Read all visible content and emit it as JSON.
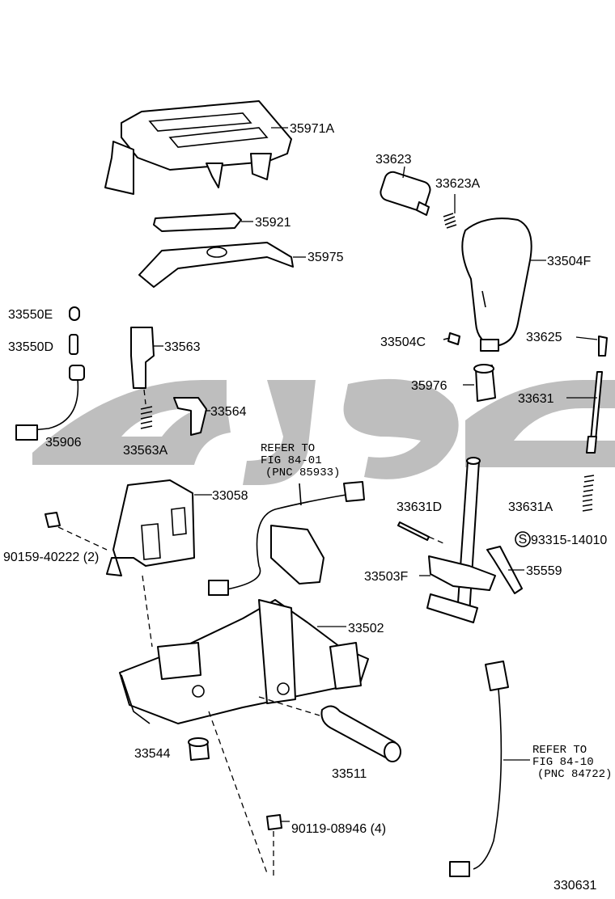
{
  "labels": {
    "p35971A": "35971A",
    "p35921": "35921",
    "p35975": "35975",
    "p33623": "33623",
    "p33623A": "33623A",
    "p33504F": "33504F",
    "p33504C": "33504C",
    "p33625": "33625",
    "p35976": "35976",
    "p33631": "33631",
    "p33631A": "33631A",
    "p33631D": "33631D",
    "p93315": "93315-14010",
    "p35559": "35559",
    "p33503F": "33503F",
    "p33550E": "33550E",
    "p33550D": "33550D",
    "p33563": "33563",
    "p33564": "33564",
    "p35906": "35906",
    "p33563A": "33563A",
    "p33058": "33058",
    "p90159": "90159-40222 (2)",
    "p33502": "33502",
    "p33544": "33544",
    "p33511": "33511",
    "p90119": "90119-08946 (4)"
  },
  "refer1": {
    "line1": "REFER TO",
    "line2": "FIG 84-01",
    "line3": "(PNC 85933)"
  },
  "refer2": {
    "line1": "REFER TO",
    "line2": "FIG 84-10",
    "line3": "(PNC 84722)"
  },
  "s_symbol": "S",
  "figure_number": "330631",
  "colors": {
    "ink": "#000000",
    "watermark": "#b3b3b3",
    "background": "#ffffff"
  }
}
